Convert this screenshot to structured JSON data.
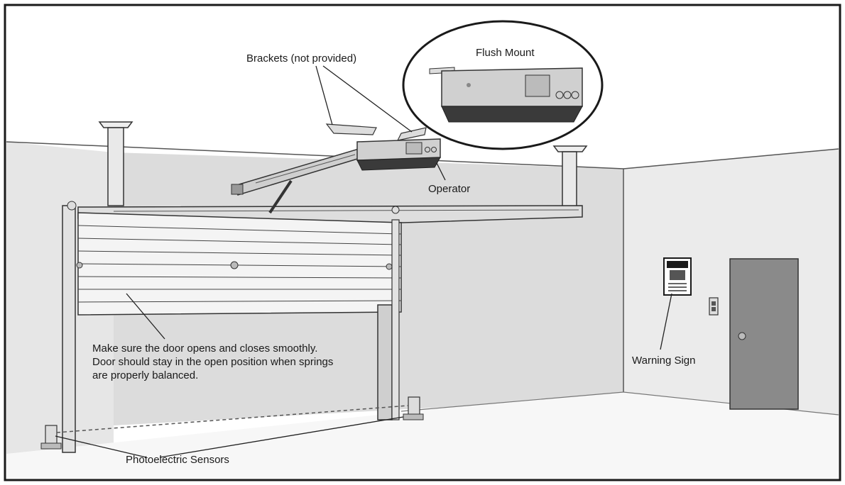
{
  "labels": {
    "brackets": "Brackets (not provided)",
    "flush_mount": "Flush Mount",
    "operator": "Operator",
    "warning_sign": "Warning Sign",
    "photo_sensors": "Photoelectric Sensors",
    "door_note": [
      "Make sure the door opens and closes smoothly.",
      "Door should stay in the open position when springs",
      "are properly balanced."
    ]
  },
  "colors": {
    "frame": "#1a1a1a",
    "left_wall": "#e6e6e6",
    "back_wall": "#dcdcdc",
    "right_wall": "#ebebeb",
    "floor": "#f7f7f7",
    "door_panel": "#f4f4f4",
    "operator_dark": "#3a3a3a",
    "operator_body": "#d0d0d0",
    "man_door": "#8a8a8a"
  }
}
